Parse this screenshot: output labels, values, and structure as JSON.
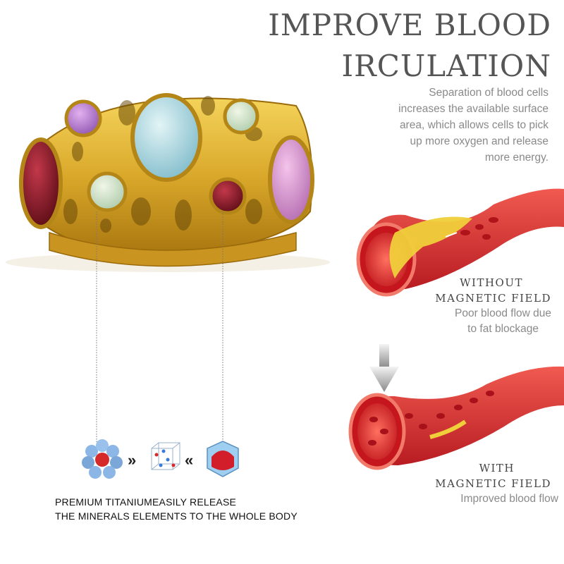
{
  "heading": {
    "line1": "IMPROVE BLOOD",
    "line2": "IRCULATION"
  },
  "description": [
    "Separation of blood cells",
    "increases the available surface",
    "area, which allows cells to pick",
    "up more oxygen and release",
    "more energy."
  ],
  "without": {
    "title1": "WITHOUT",
    "title2": "MAGNETIC FIELD",
    "sub1": "Poor blood flow due",
    "sub2": "to fat blockage"
  },
  "with": {
    "title1": "WITH",
    "title2": "MAGNETIC FIELD",
    "sub1": "Improved blood flow"
  },
  "process_symbols": {
    "arrow1": "»",
    "arrow2": "«"
  },
  "bottom": {
    "line1": "PREMIUM TITANIUMEASILY RELEASE",
    "line2": "THE MINERALS ELEMENTS TO THE WHOLE BODY"
  },
  "colors": {
    "gold": "#d4a21a",
    "artery_red": "#d8262a",
    "fat_yellow": "#f0cf3a",
    "text_gray": "#8a8a8a"
  }
}
